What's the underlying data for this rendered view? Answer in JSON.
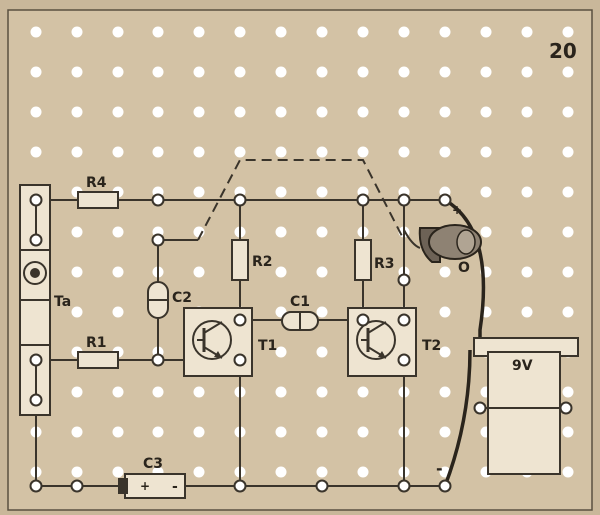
{
  "page_number": "20",
  "labels": {
    "r4": "R4",
    "r1": "R1",
    "r2": "R2",
    "r3": "R3",
    "c1": "C1",
    "c2": "C2",
    "c3": "C3",
    "t1": "T1",
    "t2": "T2",
    "ta": "Ta",
    "o": "O",
    "battery": "9V",
    "plus_speaker": "+",
    "minus_speaker": "-",
    "c3_plus": "+",
    "c3_minus": "-"
  },
  "colors": {
    "board": "#d3c2a5",
    "hole": "#ffffff",
    "wire": "#3a342b",
    "component_fill": "#eee4d1",
    "text": "#2a241c"
  }
}
